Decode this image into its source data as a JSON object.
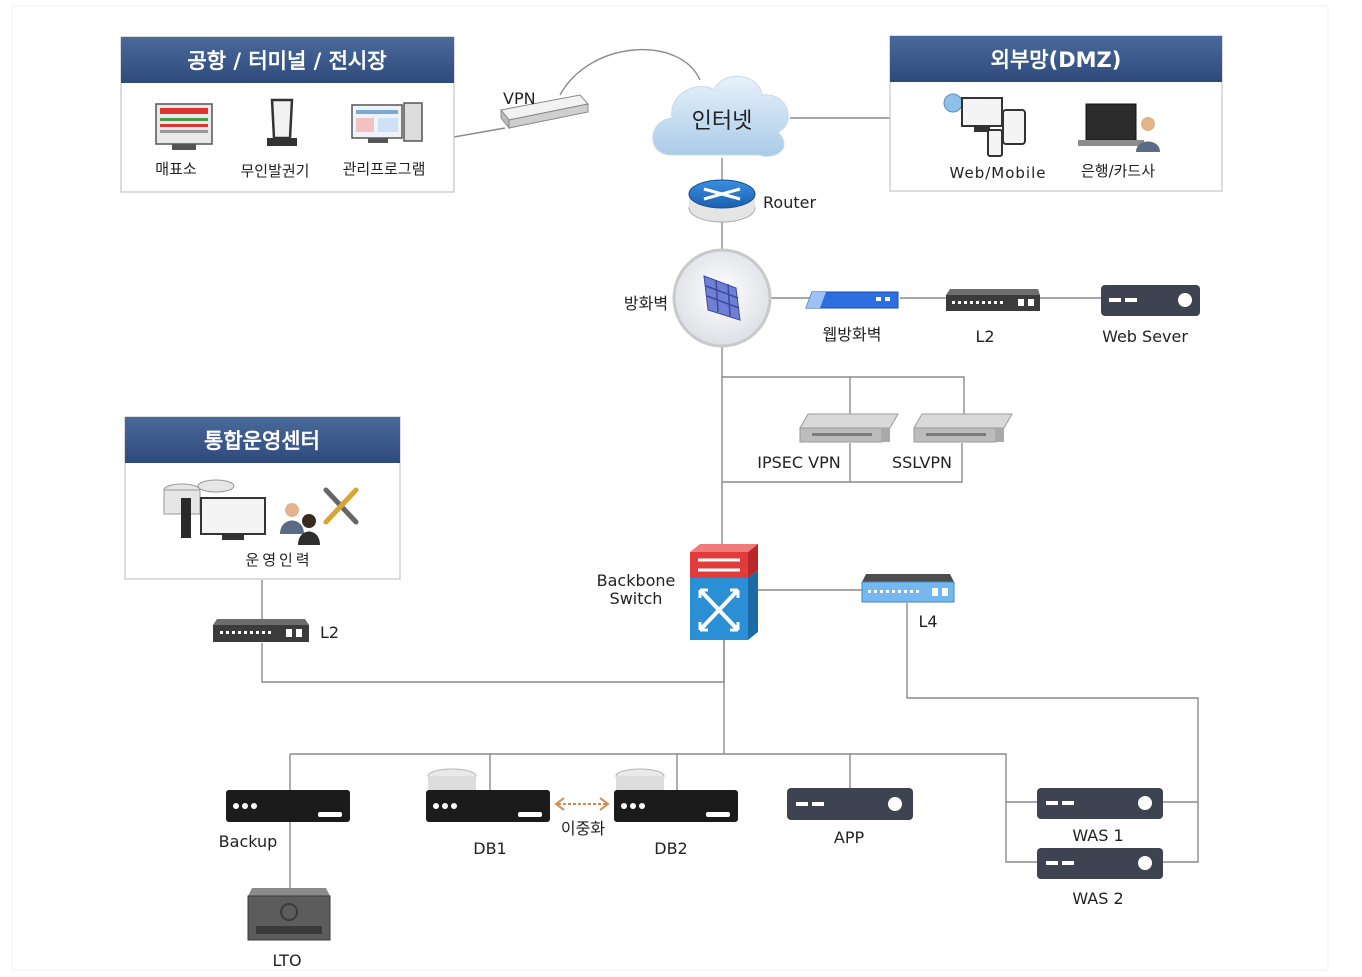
{
  "groups": {
    "airport": {
      "title": "공항 / 터미널 / 전시장",
      "items": [
        "매표소",
        "무인발권기",
        "관리프로그램"
      ]
    },
    "dmz": {
      "title": "외부망(DMZ)",
      "items": [
        "Web/Mobile",
        "은행/카드사"
      ]
    },
    "ops": {
      "title": "통합운영센터",
      "items": [
        "운영인력"
      ]
    }
  },
  "nodes": {
    "vpn": "VPN",
    "internet": "인터넷",
    "router": "Router",
    "firewall": "방화벽",
    "waf": "웹방화벽",
    "l2_top": "L2",
    "web_server": "Web Sever",
    "ipsec_vpn": "IPSEC VPN",
    "sslvpn": "SSLVPN",
    "backbone_1": "Backbone",
    "backbone_2": "Switch",
    "l4": "L4",
    "l2_ops": "L2",
    "backup": "Backup",
    "lto": "LTO",
    "db1": "DB1",
    "db2": "DB2",
    "dual": "이중화",
    "app": "APP",
    "was1": "WAS 1",
    "was2": "WAS 2"
  },
  "colors": {
    "header_bar": "#3a5a8c",
    "panel_border": "#b8b8b8",
    "server_dark": "#1b1b1b",
    "server_slate": "#3d4350",
    "backbone_red": "#e23b3b",
    "backbone_blue": "#2b8fd6",
    "cloud": "#cfe3f3"
  }
}
